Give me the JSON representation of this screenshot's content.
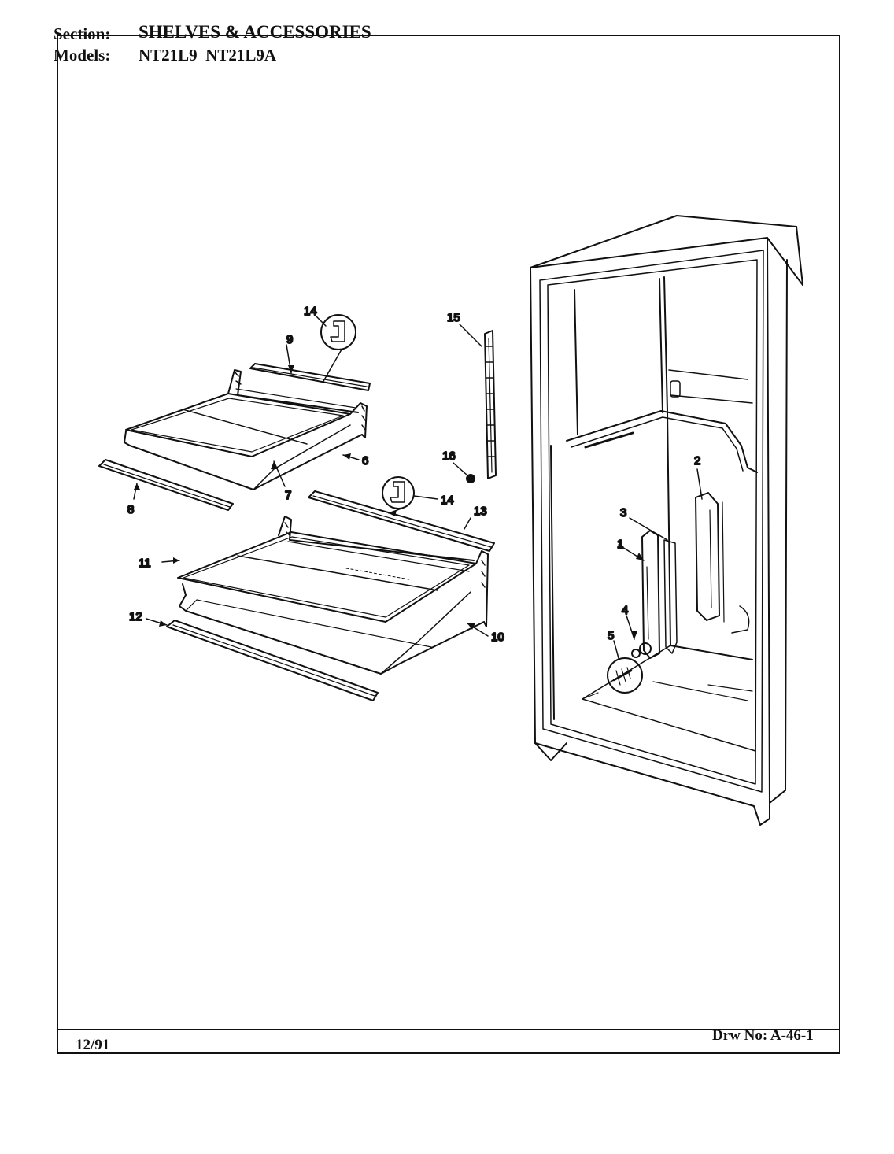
{
  "header": {
    "section_label": "Section:",
    "section_value": "SHELVES & ACCESSORIES",
    "models_label": "Models:",
    "models_value": "NT21L9  NT21L9A"
  },
  "footer": {
    "date": "12/91",
    "drawing_no": "Drw No: A-46-1"
  },
  "callouts": {
    "c1": "1",
    "c2": "2",
    "c3": "3",
    "c4": "4",
    "c5": "5",
    "c6": "6",
    "c7": "7",
    "c8": "8",
    "c9": "9",
    "c10": "10",
    "c11": "11",
    "c12": "12",
    "c13": "13",
    "c14a": "14",
    "c14b": "14",
    "c15": "15",
    "c16": "16"
  }
}
